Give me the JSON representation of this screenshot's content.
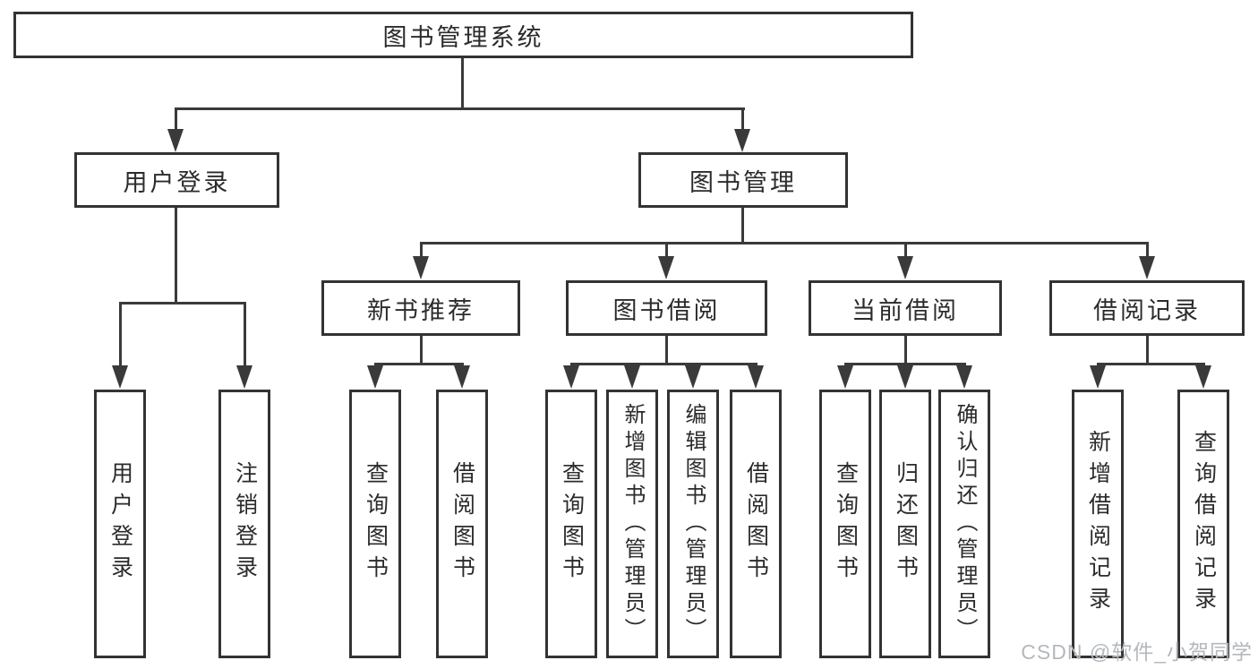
{
  "tree": {
    "root": {
      "label": "图书管理系统"
    },
    "children": [
      {
        "label": "用户登录",
        "children": [
          {
            "label": "用户登录"
          },
          {
            "label": "注销登录"
          }
        ]
      },
      {
        "label": "图书管理",
        "children": [
          {
            "label": "新书推荐",
            "children": [
              {
                "label": "查询图书"
              },
              {
                "label": "借阅图书"
              }
            ]
          },
          {
            "label": "图书借阅",
            "children": [
              {
                "label": "查询图书"
              },
              {
                "label": "新增图书（管理员）"
              },
              {
                "label": "编辑图书（管理员）"
              },
              {
                "label": "借阅图书"
              }
            ]
          },
          {
            "label": "当前借阅",
            "children": [
              {
                "label": "查询图书"
              },
              {
                "label": "归还图书"
              },
              {
                "label": "确认归还（管理员）"
              }
            ]
          },
          {
            "label": "借阅记录",
            "children": [
              {
                "label": "新增借阅记录"
              },
              {
                "label": "查询借阅记录"
              }
            ]
          }
        ]
      }
    ]
  },
  "watermark": {
    "text": "CSDN @软件_小贺同学",
    "color": "#b4b8be"
  },
  "colors": {
    "line": "#3a3a3a",
    "box_border": "#333333",
    "text": "#2b2b2b",
    "background": "#ffffff"
  }
}
